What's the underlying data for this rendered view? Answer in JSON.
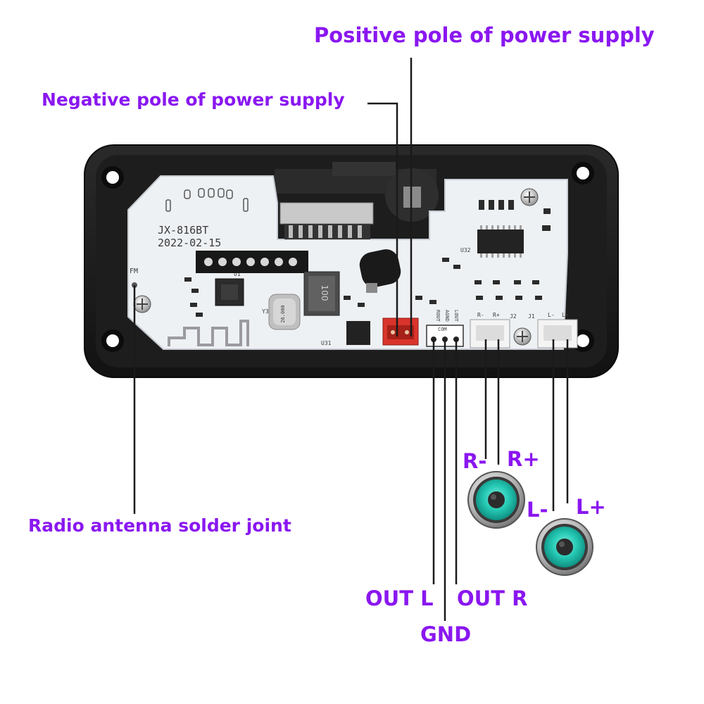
{
  "labels": {
    "positive_pole": "Positive pole of power supply",
    "negative_pole": "Negative pole of power supply",
    "antenna": "Radio antenna solder joint",
    "r_minus": "R-",
    "r_plus": "R+",
    "l_minus": "L-",
    "l_plus": "L+",
    "out_l": "OUT L",
    "out_r": "OUT R",
    "gnd": "GND"
  },
  "board": {
    "model": "JX-816BT",
    "date": "2022-02-15",
    "fm_label": "FM",
    "inductor_value": "100",
    "crystal_value": "26.000",
    "com_label": "COM",
    "rout_label": "ROUT",
    "agnd_label": "AGND",
    "lout_label": "LOUT",
    "j2_label": "J2",
    "j1_label": "J1",
    "r_minus_pin": "R-",
    "r_plus_pin": "R+",
    "l_minus_pin": "L-",
    "l_plus_pin": "L+",
    "u31_label": "U31",
    "u32_label": "U32",
    "u1_label": "U1",
    "y3_label": "Y3"
  },
  "colors": {
    "accent": "#8a17f0",
    "panel": "#1b1b1b",
    "pcb": "#eef1f4",
    "power_connector": "#d9342b",
    "speaker_cone": "#2fd6c0"
  },
  "icons": [
    "speaker-icon",
    "screw-icon"
  ]
}
